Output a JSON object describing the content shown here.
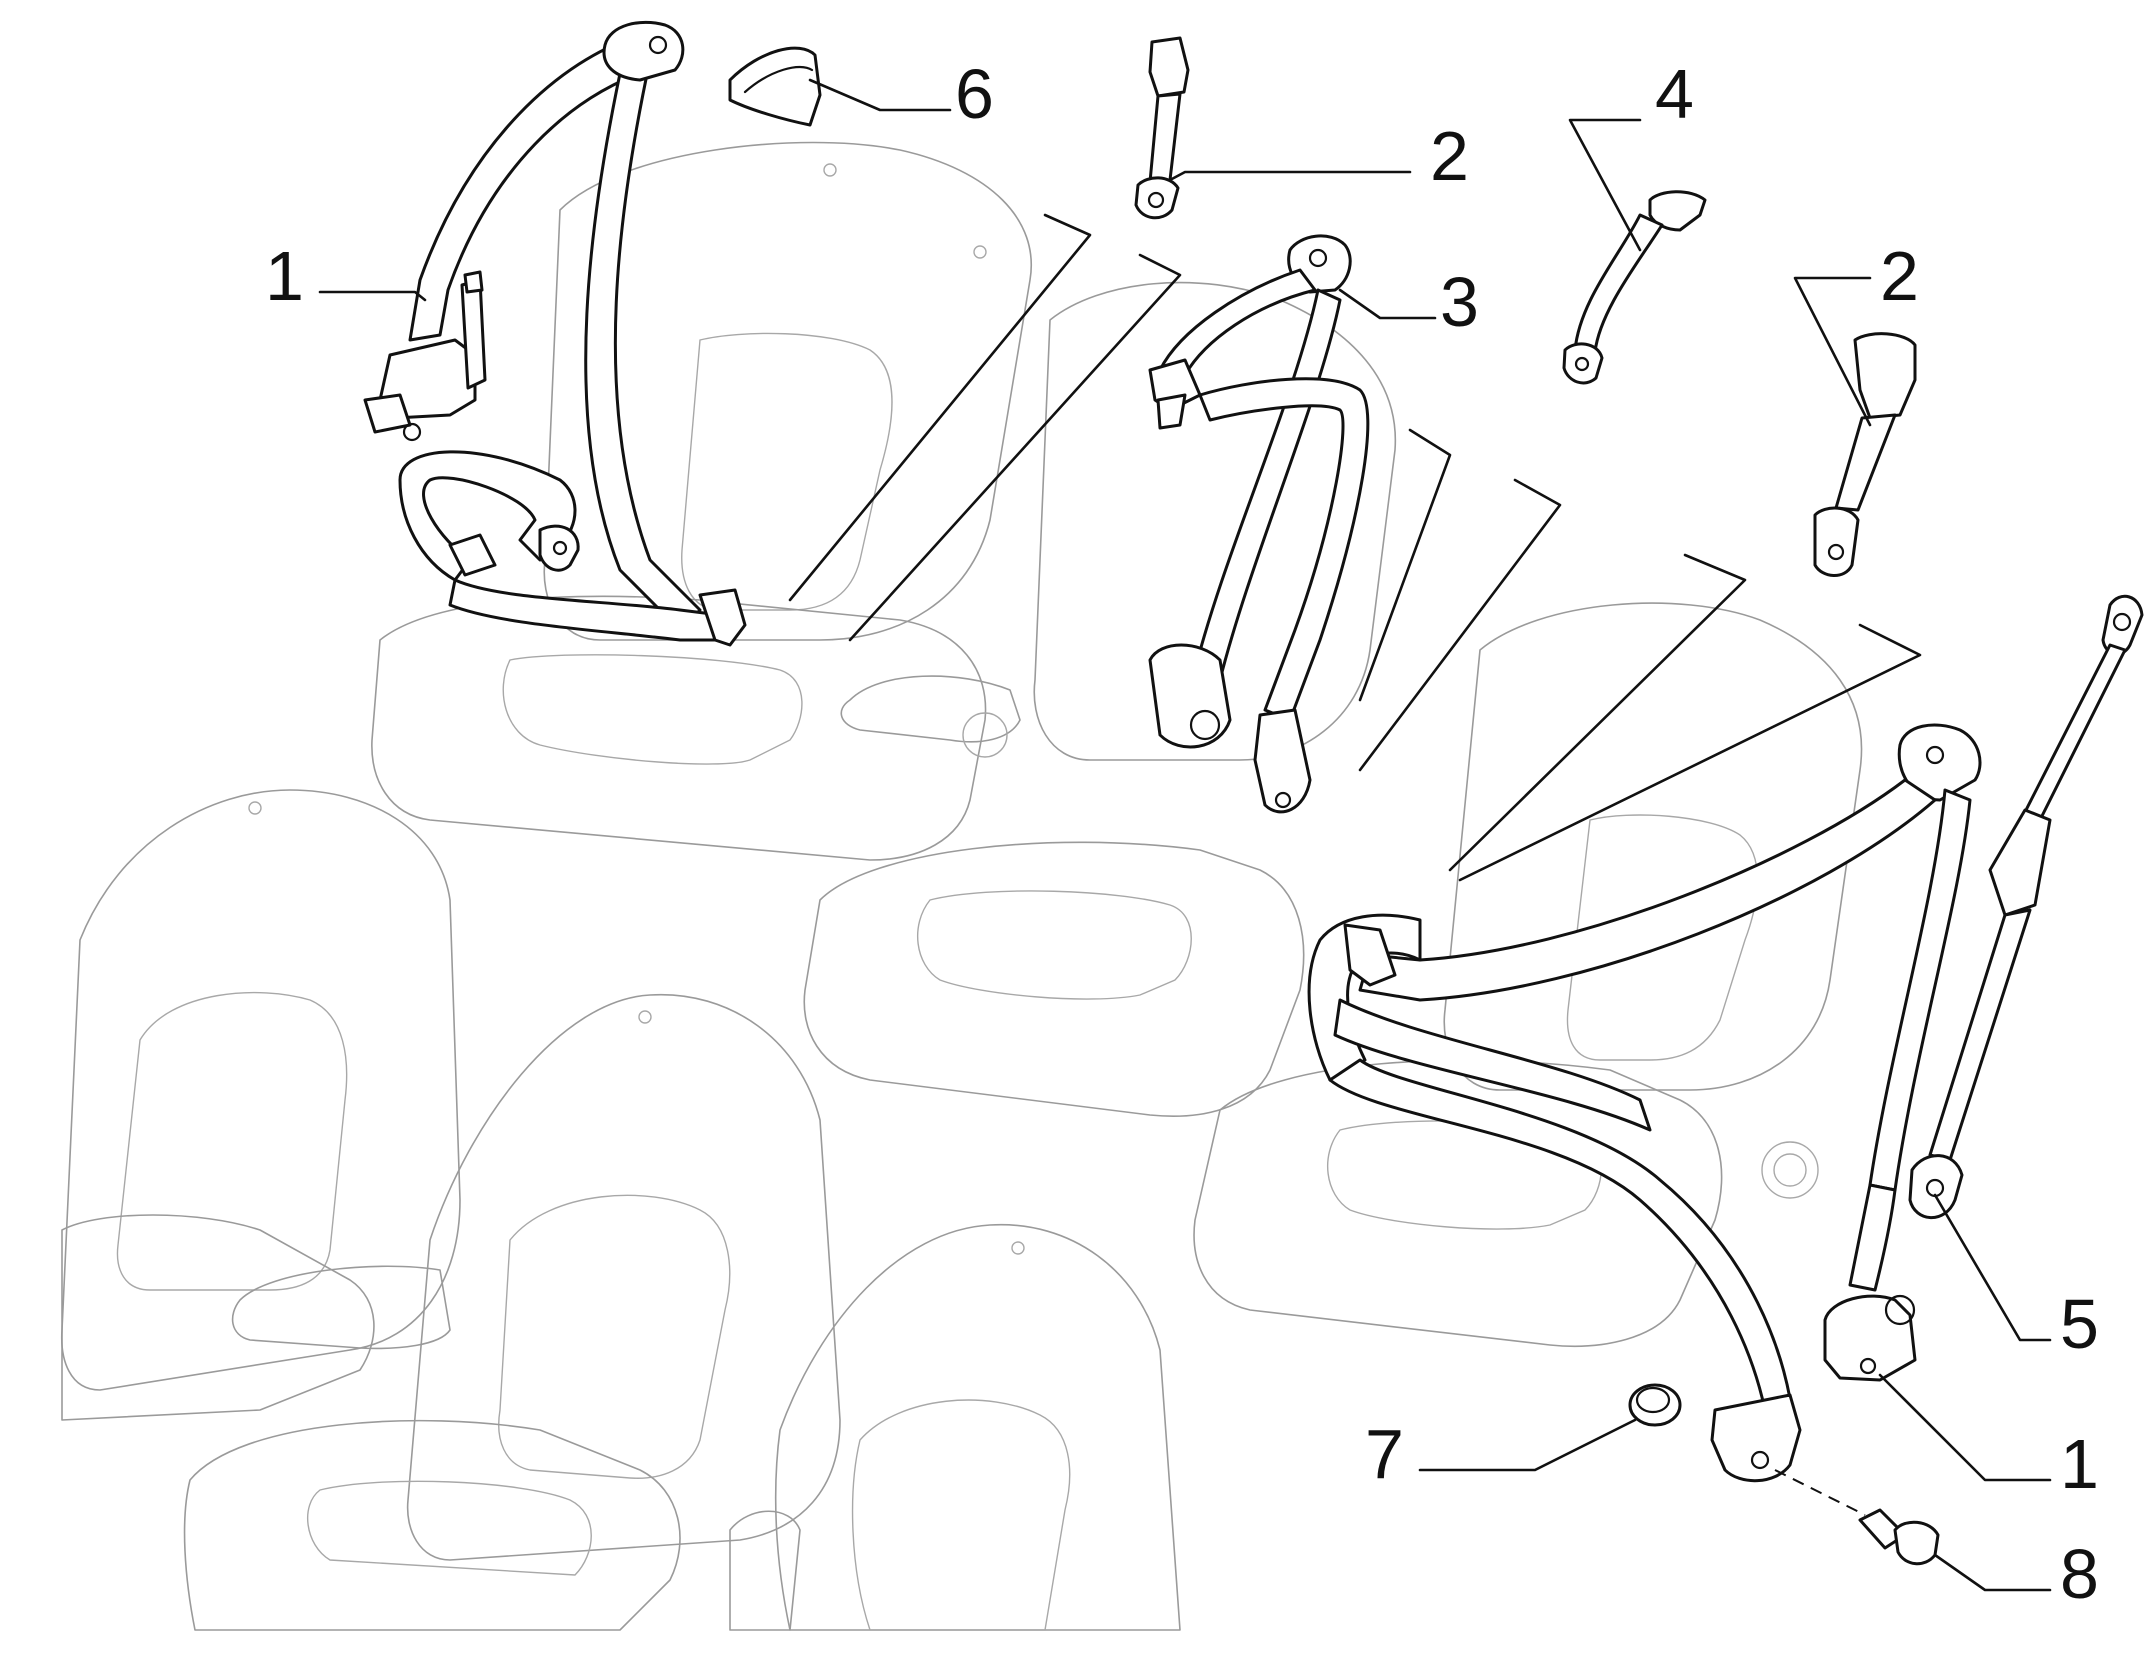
{
  "callouts": [
    {
      "id": "c1a",
      "label": "1"
    },
    {
      "id": "c6",
      "label": "6"
    },
    {
      "id": "c2a",
      "label": "2"
    },
    {
      "id": "c4",
      "label": "4"
    },
    {
      "id": "c3",
      "label": "3"
    },
    {
      "id": "c2b",
      "label": "2"
    },
    {
      "id": "c5",
      "label": "5"
    },
    {
      "id": "c7",
      "label": "7"
    },
    {
      "id": "c1b",
      "label": "1"
    },
    {
      "id": "c8",
      "label": "8"
    }
  ]
}
